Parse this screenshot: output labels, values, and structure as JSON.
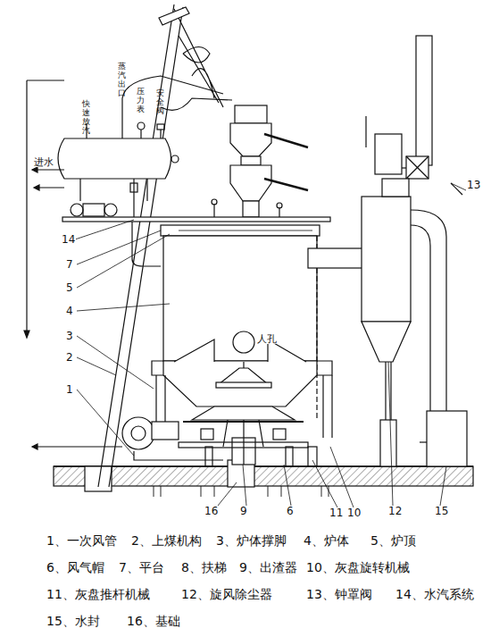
{
  "diagram": {
    "labels": [
      "快速放汽",
      "蒸汽出口",
      "压力表",
      "安全阀",
      "进水",
      "人孔",
      "14",
      "7",
      "5",
      "4",
      "3",
      "2",
      "1",
      "13",
      "16",
      "9",
      "6",
      "11",
      "10",
      "12",
      "15",
      "1、一次风管",
      "2、上煤机构",
      "3、炉体撑脚",
      "4、炉体",
      "5、炉顶",
      "6、风气帽",
      "7、平台",
      "8、扶梯",
      "9、出渣器",
      "10、灰盘旋转机械",
      "11、灰盘推杆机械",
      "12、旋风除尘器",
      "13、钟罩阀",
      "14、水汽系统",
      "15、水封",
      "16、基础"
    ]
  }
}
